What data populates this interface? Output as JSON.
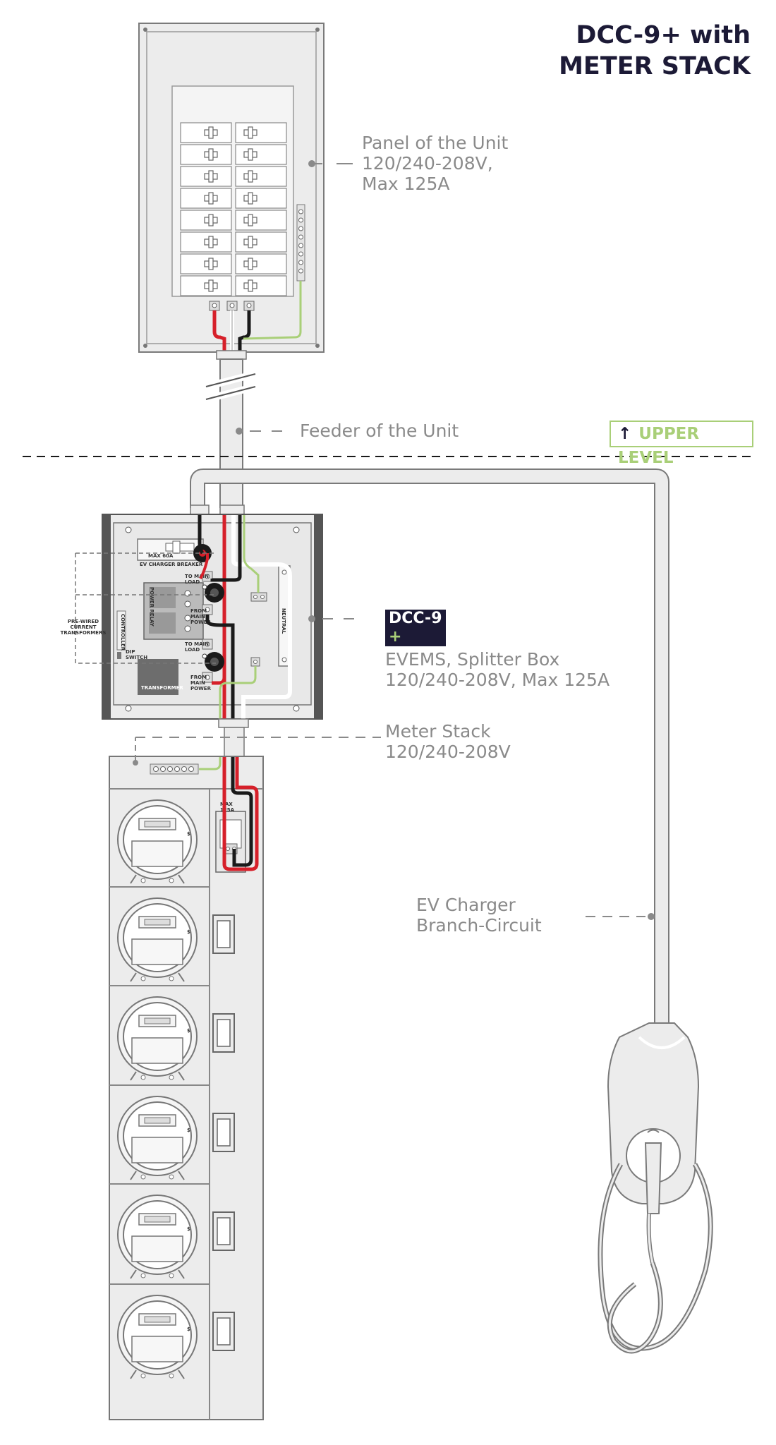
{
  "title": {
    "line1": "DCC-9+ with",
    "line2": "METER STACK"
  },
  "callouts": {
    "panel": {
      "line1": "Panel of the Unit",
      "line2": "120/240-208V,",
      "line3": "Max 125A"
    },
    "feeder": {
      "line1": "Feeder of the Unit"
    },
    "upper_level": {
      "arrow": "↑",
      "label": "UPPER LEVEL"
    },
    "dcc": {
      "badge": "DCC-9",
      "badge_plus": "+",
      "line1": "EVEMS, Splitter Box",
      "line2": "120/240-208V, Max 125A"
    },
    "meter_stack": {
      "line1": "Meter Stack",
      "line2": "120/240-208V"
    },
    "ev_branch": {
      "line1": "EV Charger",
      "line2": "Branch-Circuit"
    }
  },
  "box_labels": {
    "max60a": "MAX 60A",
    "ev_charger_breaker": "EV CHARGER BREAKER",
    "to_main_load_1": "TO MAIN\nLOAD",
    "from_main_power_1": "FROM\nMAIN\nPOWER",
    "to_main_load_2": "TO MAIN\nLOAD",
    "from_main_power_2": "FROM\nMAIN\nPOWER",
    "power_relay": "POWER RELAY",
    "controller": "CONTROLLER",
    "dip_switch": "DIP\nSWITCH",
    "transformer": "TRANSFORMER",
    "neutral": "NEUTRAL",
    "pre_wired_ct": "PRE-WIRED\nCURRENT\nTRANSFORMERS",
    "meter_max": "MAX\n125A"
  },
  "colors": {
    "hot_red": "#d6202a",
    "hot_black": "#1a1a1a",
    "neutral_white": "#ffffff",
    "ground_green": "#a9cf78",
    "panel_fill": "#ececec",
    "line_gray": "#8a8a8a",
    "title_navy": "#1c1a36"
  }
}
